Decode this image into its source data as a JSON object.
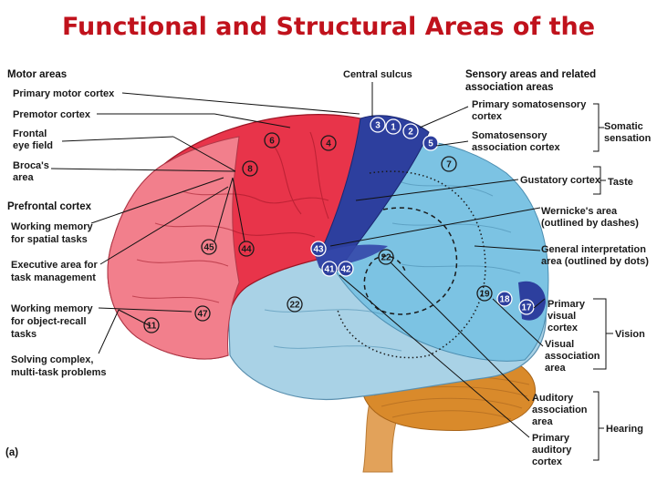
{
  "title": "Functional and Structural Areas of the",
  "figure_label": "(a)",
  "colors": {
    "title": "#c0121c",
    "motor": "#e8344a",
    "prefrontal": "#f27f8c",
    "somatosensory": "#2d3f9e",
    "sensory_assoc": "#7cc3e3",
    "temporal": "#a9d2e6",
    "cerebellum": "#d98a2b",
    "brainstem": "#e2a25a"
  },
  "left_labels": {
    "motor_header": "Motor areas",
    "primary_motor": "Primary motor cortex",
    "premotor": "Premotor cortex",
    "frontal_eye_1": "Frontal",
    "frontal_eye_2": "eye field",
    "broca_1": "Broca's",
    "broca_2": "area",
    "prefrontal_header": "Prefrontal cortex",
    "wm_spatial_1": "Working memory",
    "wm_spatial_2": "for spatial tasks",
    "exec_1": "Executive area for",
    "exec_2": "task management",
    "wm_object_1": "Working memory",
    "wm_object_2": "for  object-recall",
    "wm_object_3": "tasks",
    "solving_1": "Solving complex,",
    "solving_2": "multi-task problems"
  },
  "top_labels": {
    "central_sulcus": "Central sulcus",
    "sensory_header_1": "Sensory areas and related",
    "sensory_header_2": "association areas"
  },
  "right_labels": {
    "primary_soma_1": "Primary somatosensory",
    "primary_soma_2": "cortex",
    "soma_assoc_1": "Somatosensory",
    "soma_assoc_2": "association cortex",
    "gustatory": "Gustatory cortex",
    "wernicke_1": "Wernicke's area",
    "wernicke_2": "(outlined by dashes)",
    "general_1": "General interpretation",
    "general_2": "area (outlined by dots)",
    "primary_visual_1": "Primary",
    "primary_visual_2": "visual",
    "primary_visual_3": "cortex",
    "visual_assoc_1": "Visual",
    "visual_assoc_2": "association",
    "visual_assoc_3": "area",
    "auditory_assoc_1": "Auditory",
    "auditory_assoc_2": "association",
    "auditory_assoc_3": "area",
    "primary_aud_1": "Primary",
    "primary_aud_2": "auditory",
    "primary_aud_3": "cortex"
  },
  "bracket_labels": {
    "somatic_1": "Somatic",
    "somatic_2": "sensation",
    "taste": "Taste",
    "vision": "Vision",
    "hearing": "Hearing"
  },
  "brodmann_numbers": [
    "3",
    "1",
    "2",
    "5",
    "6",
    "4",
    "7",
    "8",
    "45",
    "44",
    "43",
    "41",
    "42",
    "22",
    "22",
    "47",
    "11",
    "19",
    "18",
    "17"
  ]
}
